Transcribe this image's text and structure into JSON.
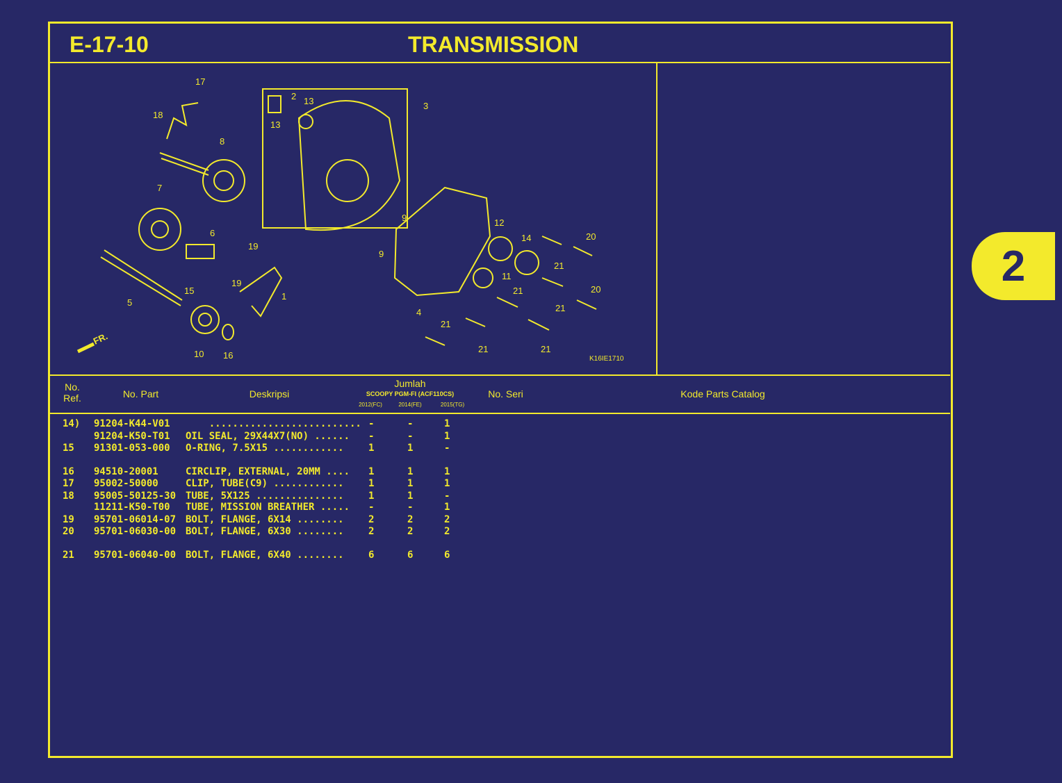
{
  "header": {
    "code": "E-17-10",
    "title": "TRANSMISSION"
  },
  "section_tab": "2",
  "diagram": {
    "drawing_code": "K16IE1710",
    "front_label": "FR.",
    "callouts": [
      "17",
      "18",
      "2",
      "13",
      "13",
      "3",
      "8",
      "7",
      "6",
      "19",
      "19",
      "1",
      "5",
      "15",
      "10",
      "16",
      "9",
      "9",
      "12",
      "14",
      "20",
      "21",
      "11",
      "21",
      "20",
      "21",
      "4",
      "21",
      "21",
      "21"
    ]
  },
  "table": {
    "headers": {
      "ref": "No. Ref.",
      "part": "No. Part",
      "desc": "Deskripsi",
      "qty": "Jumlah",
      "model": "SCOOPY PGM-FI (ACF110CS)",
      "years": [
        "2012(FC)",
        "2014(FE)",
        "2015(TG)"
      ],
      "serial": "No. Seri",
      "catalog": "Kode Parts Catalog"
    },
    "rows": [
      {
        "ref": "14)",
        "part": "91204-K44-V01",
        "desc": "    ..........................",
        "q": [
          "-",
          "-",
          "1"
        ]
      },
      {
        "ref": "",
        "part": "91204-K50-T01",
        "desc": "OIL SEAL, 29X44X7(NO) ......",
        "q": [
          "-",
          "-",
          "1"
        ]
      },
      {
        "ref": "15",
        "part": "91301-053-000",
        "desc": "O-RING, 7.5X15 ............",
        "q": [
          "1",
          "1",
          "-"
        ]
      },
      {
        "ref": "16",
        "part": "94510-20001",
        "desc": "CIRCLIP, EXTERNAL, 20MM ....",
        "q": [
          "1",
          "1",
          "1"
        ]
      },
      {
        "ref": "17",
        "part": "95002-50000",
        "desc": "CLIP, TUBE(C9) ............",
        "q": [
          "1",
          "1",
          "1"
        ]
      },
      {
        "ref": "18",
        "part": "95005-50125-30",
        "desc": "TUBE, 5X125 ...............",
        "q": [
          "1",
          "1",
          "-"
        ]
      },
      {
        "ref": "",
        "part": "11211-K50-T00",
        "desc": "TUBE, MISSION BREATHER .....",
        "q": [
          "-",
          "-",
          "1"
        ]
      },
      {
        "ref": "19",
        "part": "95701-06014-07",
        "desc": "BOLT, FLANGE, 6X14 ........",
        "q": [
          "2",
          "2",
          "2"
        ]
      },
      {
        "ref": "20",
        "part": "95701-06030-00",
        "desc": "BOLT, FLANGE, 6X30 ........",
        "q": [
          "2",
          "2",
          "2"
        ]
      },
      {
        "ref": "21",
        "part": "95701-06040-00",
        "desc": "BOLT, FLANGE, 6X40 ........",
        "q": [
          "6",
          "6",
          "6"
        ]
      }
    ]
  },
  "colors": {
    "background": "#272866",
    "accent": "#f3ea2c"
  }
}
